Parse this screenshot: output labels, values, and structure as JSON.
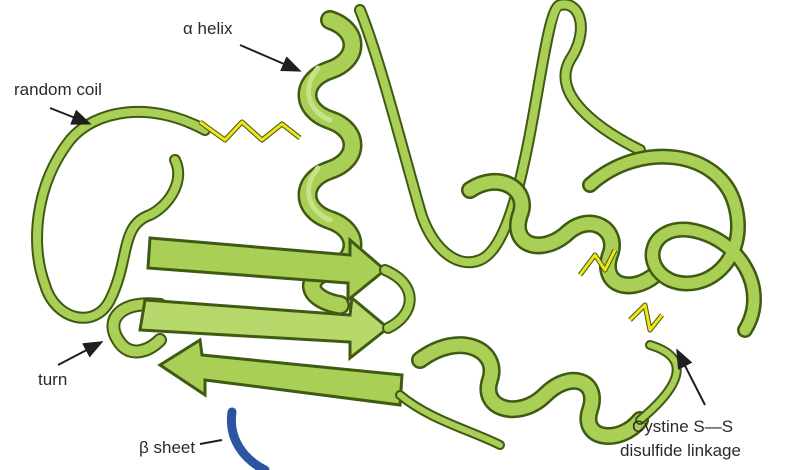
{
  "labels": {
    "alpha_helix": "α helix",
    "random_coil": "random coil",
    "turn": "turn",
    "beta_sheet": "β sheet",
    "cystine_line1": "Cystine S—S",
    "cystine_line2": "disulfide linkage"
  },
  "colors": {
    "ribbon_fill": "#a9cf57",
    "ribbon_highlight": "#c7e38a",
    "ribbon_outline": "#3f5a12",
    "disulfide": "#f2e418",
    "arrow": "#1f1f1f",
    "pointer_stroke": "#2c55a0"
  }
}
